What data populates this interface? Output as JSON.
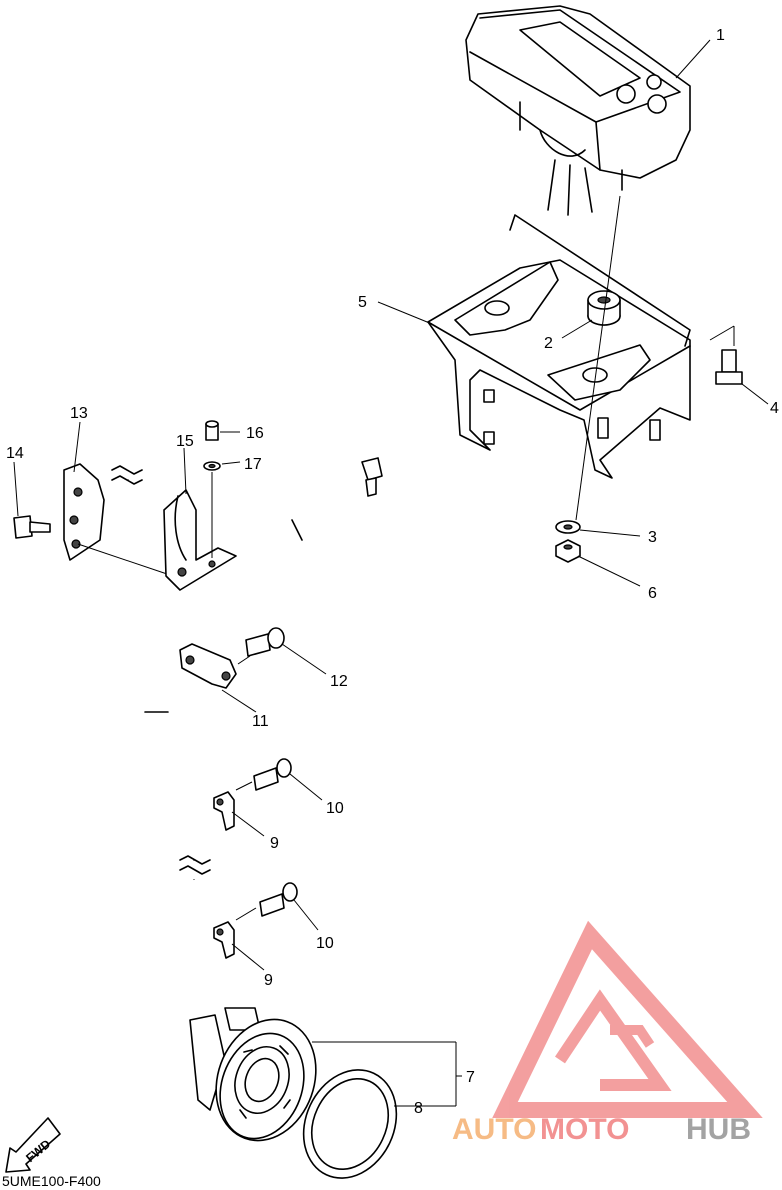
{
  "diagram": {
    "drawing_code": "5UME100-F400",
    "fwd_label": "FWD",
    "callouts": [
      "1",
      "2",
      "3",
      "4",
      "5",
      "6",
      "7",
      "8",
      "9",
      "9",
      "10",
      "10",
      "11",
      "12",
      "13",
      "14",
      "15",
      "16",
      "17"
    ],
    "watermark": {
      "text_a": "AUTO",
      "text_b": "MOTO",
      "text_c": "HUB",
      "color_a": "#f5b070",
      "color_b": "#f08080",
      "color_c": "#9a9a9a"
    }
  }
}
